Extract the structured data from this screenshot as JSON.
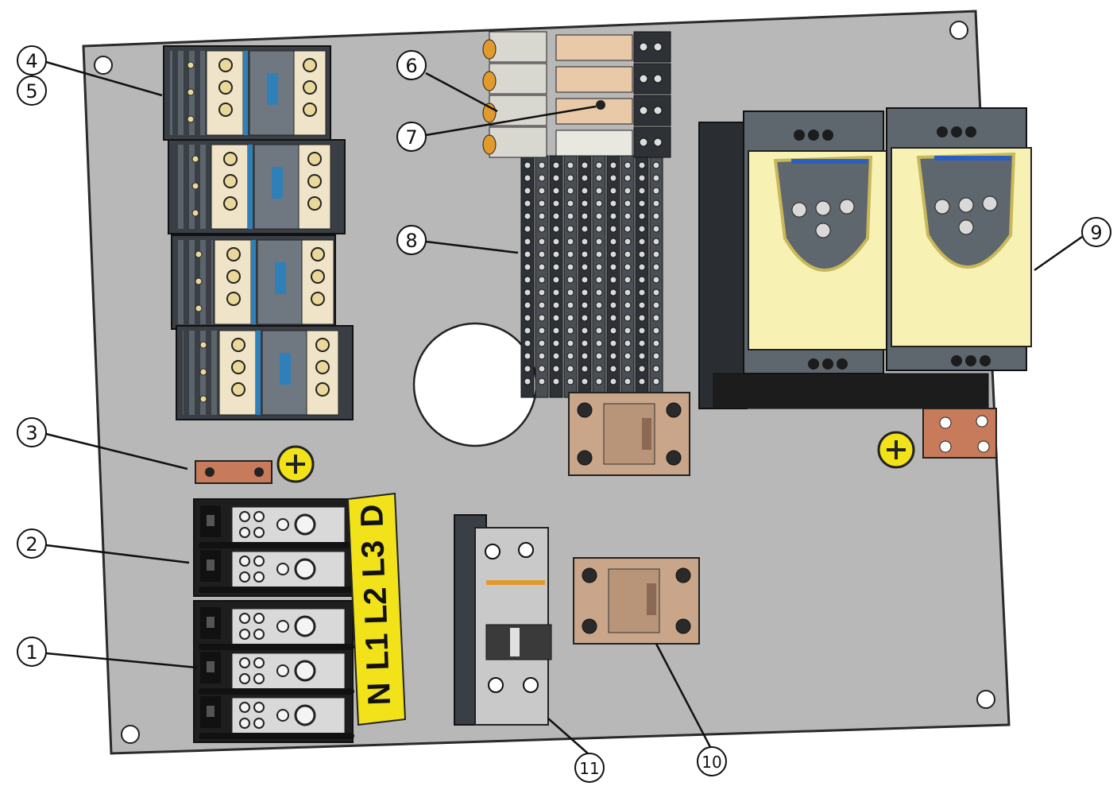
{
  "diagram": {
    "colors": {
      "plate": "#b8b8b8",
      "plate_edge": "#2a2a2a",
      "contactor_body": "#6f7780",
      "contactor_dark": "#3a3f45",
      "contactor_cream": "#efe3c8",
      "contactor_blue": "#2f7fb8",
      "terminal_black": "#1e1e1e",
      "label_yellow": "#f2e21a",
      "copper": "#c77b5a",
      "relay_tan": "#c9a58a",
      "drive_yellow": "#f7f1b4",
      "drive_gray": "#5e666e",
      "breaker_gray": "#c9c9c9",
      "orange": "#e39a2c"
    },
    "terminal_labels": [
      "N",
      "L1",
      "L2",
      "L3",
      "D"
    ],
    "callouts": [
      "1",
      "2",
      "3",
      "4",
      "5",
      "6",
      "7",
      "8",
      "9",
      "10",
      "11"
    ]
  }
}
